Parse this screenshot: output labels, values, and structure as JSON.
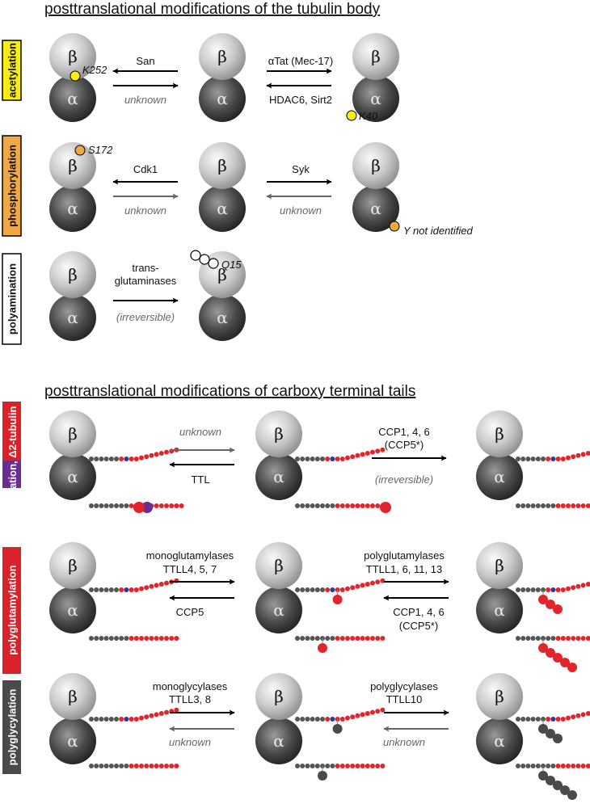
{
  "headings": {
    "body": "posttranslational modifications of the tubulin body",
    "tails": "posttranslational modifications of carboxy terminal tails"
  },
  "greek": {
    "alpha": "α",
    "beta": "β"
  },
  "colors": {
    "acetylation": "#f7ec13",
    "phosphorylation": "#f0a847",
    "polyamination": "#ffffff",
    "detyrosination_a": "#d9222a",
    "detyrosination_b": "#6a2d91",
    "polyglutamylation": "#d9222a",
    "polyglycylation": "#4a4a4a",
    "tail_red": "#e1252b",
    "tail_gray": "#555555",
    "tail_blue": "#2b3a9b",
    "tail_purple": "#6a2d91"
  },
  "rows": {
    "acetylation": {
      "side_label": "acetylation",
      "site_beta": "K252",
      "site_alpha": "K40",
      "arrow1_top": "San",
      "arrow1_bottom": "unknown",
      "arrow2_top": "αTat (Mec-17)",
      "arrow2_bottom": "HDAC6, Sirt2"
    },
    "phosphorylation": {
      "side_label": "phosphorylation",
      "site_beta": "S172",
      "site_alpha": "Y not identified",
      "arrow1_top": "Cdk1",
      "arrow1_bottom": "unknown",
      "arrow2_top": "Syk",
      "arrow2_bottom": "unknown"
    },
    "polyamination": {
      "side_label": "polyamination",
      "site_beta": "Q15",
      "arrow_top_1": "trans-",
      "arrow_top_2": "glutaminases",
      "arrow_bottom": "(irreversible)"
    },
    "detyrosination": {
      "side_label_a": "detyrosination,",
      "side_label_b": "Δ2-tubulin",
      "arrow1_top": "unknown",
      "arrow1_bottom": "TTL",
      "arrow2_top_1": "CCP1, 4, 6",
      "arrow2_top_2": "(CCP5*)",
      "arrow2_bottom": "(irreversible)"
    },
    "polyglutamylation": {
      "side_label": "polyglutamylation",
      "arrow1_top_1": "monoglutamylases",
      "arrow1_top_2": "TTLL4, 5, 7",
      "arrow1_bottom": "CCP5",
      "arrow2_top_1": "polyglutamylases",
      "arrow2_top_2": "TTLL1, 6, 11, 13",
      "arrow2_bottom_1": "CCP1, 4, 6",
      "arrow2_bottom_2": "(CCP5*)"
    },
    "polyglycylation": {
      "side_label": "polyglycylation",
      "arrow1_top_1": "monoglycylases",
      "arrow1_top_2": "TTLL3, 8",
      "arrow1_bottom": "unknown",
      "arrow2_top_1": "polyglycylases",
      "arrow2_top_2": "TTLL10",
      "arrow2_bottom": "unknown"
    }
  }
}
